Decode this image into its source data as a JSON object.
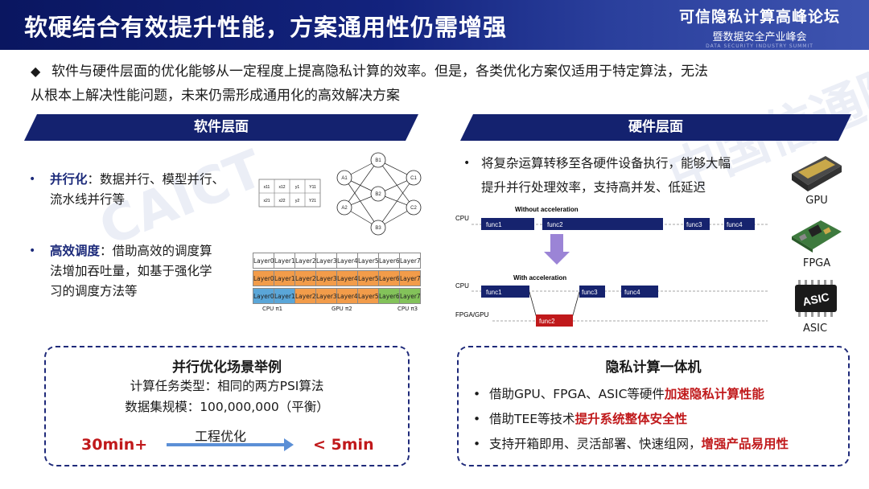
{
  "header": {
    "title": "软硬结合有效提升性能，方案通用性仍需增强",
    "forum_line1": "可信隐私计算高峰论坛",
    "forum_line2": "暨数据安全产业峰会",
    "forum_line3": "DATA SECURITY INDUSTRY SUMMIT"
  },
  "intro": {
    "bullet": "◆",
    "line1": "软件与硬件层面的优化能够从一定程度上提高隐私计算的效率。但是，各类优化方案仅适用于特定算法，无法",
    "line2": "从根本上解决性能问题，未来仍需形成通用化的高效解决方案"
  },
  "software": {
    "banner": "软件层面",
    "items": [
      {
        "bullet": "•",
        "keyword": "并行化",
        "sep": "：",
        "text_line1": "数据并行、模型并行、",
        "text_line2": "流水线并行等"
      },
      {
        "bullet": "•",
        "keyword": "高效调度",
        "sep": "：",
        "text_line1": "借助高效的调度算",
        "text_line2": "法增加吞吐量，如基于强化学",
        "text_line3": "习的调度方法等"
      }
    ],
    "matrix": [
      [
        "x11",
        "x12",
        "y1",
        "Y11"
      ],
      [
        "x21",
        "x22",
        "y2",
        "Y21"
      ]
    ],
    "nn_nodes": [
      "A1",
      "A2",
      "B1",
      "B2",
      "B3",
      "C1",
      "C2"
    ],
    "layers": [
      "Layer0",
      "Layer1",
      "Layer2",
      "Layer3",
      "Layer4",
      "Layer5",
      "Layer6",
      "Layer7"
    ],
    "layer_labels": [
      "CPU π1",
      "GPU π2",
      "CPU π3"
    ]
  },
  "hardware": {
    "banner": "硬件层面",
    "bullet": "•",
    "text_line1": "将复杂运算转移至各硬件设备执行，能够大幅",
    "text_line2": "提升并行处理效率，支持高并发、低延迟",
    "timeline": {
      "without_label": "Without acceleration",
      "with_label": "With acceleration",
      "cpu_label": "CPU",
      "fpga_label": "FPGA/GPU",
      "funcs": [
        "func1",
        "func2",
        "func3",
        "func4"
      ]
    },
    "devices": [
      "GPU",
      "FPGA",
      "ASIC"
    ],
    "asic_chip_text": "ASIC"
  },
  "box_left": {
    "title": "并行优化场景举例",
    "line1": "计算任务类型：相同的两方PSI算法",
    "line2": "数据集规模：100,000,000（平衡）",
    "before": "30min+",
    "arrow_label": "工程优化",
    "after": "< 5min"
  },
  "box_right": {
    "title": "隐私计算一体机",
    "items": [
      {
        "bullet": "•",
        "text": "借助GPU、FPGA、ASIC等硬件",
        "highlight": "加速隐私计算性能"
      },
      {
        "bullet": "•",
        "text": "借助TEE等技术",
        "highlight": "提升系统整体安全性"
      },
      {
        "bullet": "•",
        "text": "支持开箱即用、灵活部署、快速组网，",
        "highlight": "增强产品易用性"
      }
    ]
  },
  "watermarks": [
    "中国信通院",
    "CAICT"
  ],
  "colors": {
    "navy": "#14226f",
    "red": "#c0191b",
    "orange": "#f29c4a",
    "green": "#83c25a",
    "blue": "#5aa6d8",
    "arrow": "#5b8fd6"
  }
}
